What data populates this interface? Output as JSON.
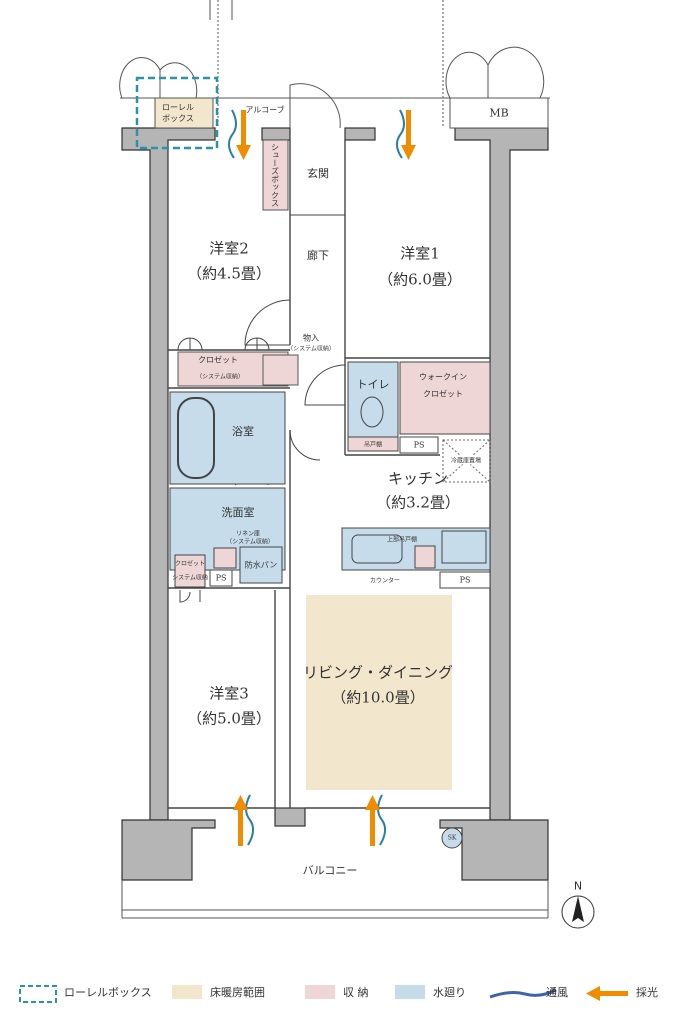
{
  "rooms": {
    "laurel_box": "ローレル\nボックス",
    "alcove": "アルコーブ",
    "mb": "MB",
    "shoes_box": "シューズボックス",
    "entrance": "玄関",
    "hallway": "廊下",
    "western2": {
      "name": "洋室2",
      "size": "（約4.5畳）"
    },
    "western1": {
      "name": "洋室1",
      "size": "（約6.0畳）"
    },
    "closet2": "クロゼット",
    "closet2_sub": "（システム収納）",
    "storage": "物入",
    "storage_sub": "（システム収納）",
    "toilet": "トイレ",
    "wall_cabinet": "吊戸棚",
    "walkin1": "ウォークイン",
    "walkin2": "クロゼット",
    "ps1": "PS",
    "fridge": "冷蔵庫置場",
    "bath": "浴室",
    "kitchen": {
      "name": "キッチン",
      "size": "（約3.2畳）"
    },
    "washroom": "洗面室",
    "linen": "リネン庫",
    "linen_sub": "（システム収納）",
    "waterproof_pan": "防水パン",
    "upper_cabinet": "上部吊戸棚",
    "counter": "カウンター",
    "ps2": "PS",
    "closet3": "クロゼット",
    "closet3_sub": "システム収納",
    "ps3": "PS",
    "western3": {
      "name": "洋室3",
      "size": "（約5.0畳）"
    },
    "ldk": {
      "name": "リビング・ダイニング",
      "size": "（約10.0畳）"
    },
    "sk": "SK",
    "balcony": "バルコニー"
  },
  "compass": "N",
  "legend": [
    {
      "label": "ローレルボックス",
      "color": "#2a93a8"
    },
    {
      "label": "床暖房範囲",
      "color": "#f2e6cc"
    },
    {
      "label": "収 納",
      "color": "#efd6d6"
    },
    {
      "label": "水廻り",
      "color": "#c6dceb"
    },
    {
      "label": "通風",
      "color": "#3d63a8"
    },
    {
      "label": "採光",
      "color": "#f08c00"
    }
  ],
  "colors": {
    "wall": "#b5b5b5",
    "floor_heat": "#f2e6cc",
    "storage": "#efd6d6",
    "water": "#c6dceb"
  }
}
